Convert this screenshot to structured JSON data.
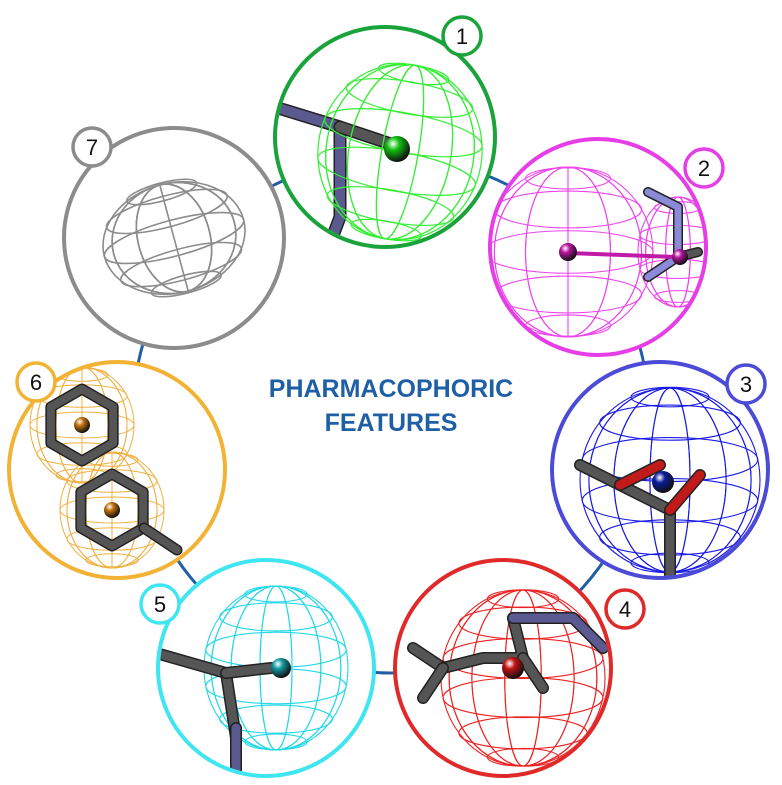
{
  "title_lines": [
    "PHARMACOPHORIC",
    "FEATURES"
  ],
  "features": [
    {
      "number": "1",
      "color": "#1aa33a",
      "mesh_color": "#33ee33",
      "sphere_color": "#0fbf0f",
      "icon": "green-feature"
    },
    {
      "number": "2",
      "color": "#e63de6",
      "mesh_color": "#ee44ee",
      "sphere_color": "#b8129f",
      "icon": "magenta-feature"
    },
    {
      "number": "3",
      "color": "#4b4bd8",
      "mesh_color": "#1a1ae8",
      "sphere_color": "#0a1a9a",
      "icon": "blue-feature"
    },
    {
      "number": "4",
      "color": "#e02a2a",
      "mesh_color": "#ee2222",
      "sphere_color": "#c21313",
      "icon": "red-feature"
    },
    {
      "number": "5",
      "color": "#3fe6f2",
      "mesh_color": "#22d8e8",
      "sphere_color": "#139aa0",
      "icon": "cyan-feature"
    },
    {
      "number": "6",
      "color": "#f2b233",
      "mesh_color": "#f0b040",
      "sphere_color": "#c4720f",
      "icon": "orange-aromatic-feature"
    },
    {
      "number": "7",
      "color": "#8c8c8c",
      "mesh_color": "#8c8c8c",
      "sphere_color": "#8c8c8c",
      "icon": "gray-feature"
    }
  ],
  "connector_color": "#1f5fa5"
}
